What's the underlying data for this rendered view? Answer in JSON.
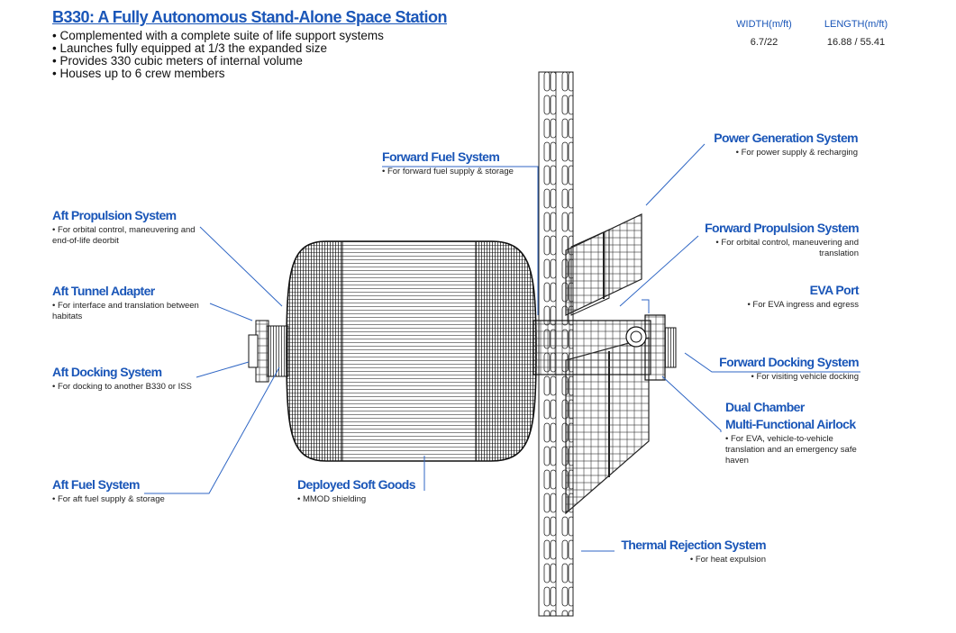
{
  "title": "B330: A Fully Autonomous Stand-Alone Space Station",
  "bullets": [
    "Complemented with a complete suite of life support systems",
    "Launches fully equipped at 1/3 the expanded size",
    "Provides 330 cubic meters of internal volume",
    "Houses up to 6 crew members"
  ],
  "specs": {
    "width_label": "WIDTH(m/ft)",
    "width_value": "6.7/22",
    "length_label": "LENGTH(m/ft)",
    "length_value": "16.88 / 55.41"
  },
  "callouts": {
    "forward_fuel": {
      "name": "Forward Fuel System",
      "desc": "For forward fuel supply & storage"
    },
    "power_generation": {
      "name": "Power Generation System",
      "desc": "For power supply & recharging"
    },
    "aft_propulsion": {
      "name": "Aft Propulsion System",
      "desc": "For orbital control, maneuvering and end-of-life deorbit"
    },
    "forward_propulsion": {
      "name": "Forward Propulsion System",
      "desc": "For orbital control, maneuvering and translation"
    },
    "aft_tunnel": {
      "name": "Aft Tunnel Adapter",
      "desc": "For interface and translation between habitats"
    },
    "eva_port": {
      "name": "EVA Port",
      "desc": "For EVA ingress and egress"
    },
    "aft_docking": {
      "name": "Aft Docking System",
      "desc": "For docking to another B330 or ISS"
    },
    "forward_docking": {
      "name": "Forward Docking System",
      "desc": "For visiting vehicle docking"
    },
    "airlock": {
      "name_line1": "Dual Chamber",
      "name_line2": "Multi-Functional Airlock",
      "desc": "For EVA, vehicle-to-vehicle translation and an emergency safe haven"
    },
    "aft_fuel": {
      "name": "Aft Fuel System",
      "desc": "For aft fuel supply & storage"
    },
    "soft_goods": {
      "name": "Deployed Soft Goods",
      "desc": "MMOD shielding"
    },
    "thermal": {
      "name": "Thermal Rejection System",
      "desc": "For heat expulsion"
    }
  },
  "colors": {
    "accent": "#1a56b8",
    "line": "#2f66c4"
  }
}
